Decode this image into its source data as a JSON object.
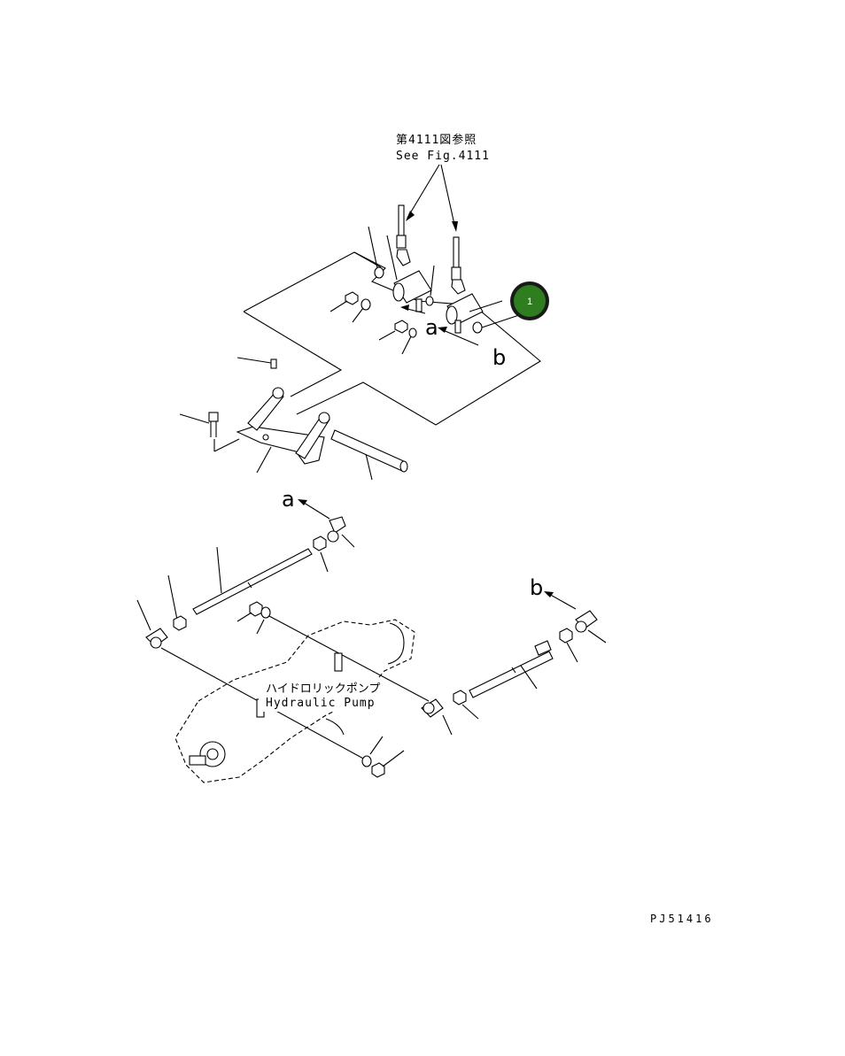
{
  "reference": {
    "japanese": "第4111図参照",
    "english": "See Fig.4111"
  },
  "view_labels": {
    "a_upper": "a",
    "b_upper": "b",
    "a_lower": "a",
    "b_lower": "b"
  },
  "pump_label": {
    "japanese": "ハイドロリックポンプ",
    "english": "Hydraulic Pump"
  },
  "callout": {
    "number": "1",
    "color": "#2e7d1f"
  },
  "drawing_code": "PJ51416"
}
